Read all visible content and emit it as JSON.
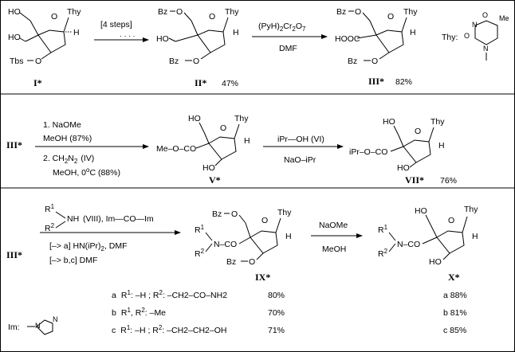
{
  "row1": {
    "cmpd1": {
      "thy": "Thy",
      "ho_top": "HO",
      "ho_mid": "HO",
      "tbs": "Tbs",
      "o": "O",
      "h": "H",
      "label": "I*"
    },
    "arrow1": {
      "reagent": "[4 steps]",
      "dots": "· · · ·"
    },
    "cmpd2": {
      "thy": "Thy",
      "bz_top": "Bz",
      "o_top": "O",
      "ho": "HO",
      "bz_bot": "Bz",
      "o_bot": "O",
      "h": "H",
      "label": "II*",
      "yield": "47%"
    },
    "arrow2": {
      "reagent_top": "(PyH)2Cr2O7",
      "reagent_top_a": "(PyH)",
      "reagent_top_b": "2",
      "reagent_top_c": "Cr",
      "reagent_top_d": "2",
      "reagent_top_e": "O",
      "reagent_top_f": "7",
      "reagent_bot": "DMF"
    },
    "cmpd3": {
      "thy": "Thy",
      "bz_top": "Bz",
      "o_top": "O",
      "hooc": "HOOC",
      "bz_bot": "Bz",
      "o_bot": "O",
      "h": "H",
      "label": "III*",
      "yield": "82%"
    },
    "thy_def": {
      "label": "Thy:",
      "me": "Me",
      "o1": "O",
      "o2": "O",
      "n": "N",
      "nh": "N"
    }
  },
  "row2": {
    "start": "III*",
    "steps": {
      "s1": "1. NaOMe",
      "s1b": "MeOH  (87%)",
      "s2a": "2. CH",
      "s2b": "2",
      "s2c": "N",
      "s2d": "2",
      "s2e": "(IV)",
      "s2f": "MeOH, 0",
      "s2g": "o",
      "s2h": "C (88%)"
    },
    "cmpd5": {
      "ho": "HO",
      "thy": "Thy",
      "meo": "Me–O–CO",
      "o": "O",
      "h": "H",
      "ho_bot": "HO",
      "label": "V*"
    },
    "arrow": {
      "top": "iPr—OH  (VI)",
      "bot": "NaO–iPr"
    },
    "cmpd7": {
      "ho": "HO",
      "thy": "Thy",
      "ipr": "iPr–O–CO",
      "o": "O",
      "h": "H",
      "ho_bot": "HO",
      "label": "VII*",
      "yield": "76%"
    }
  },
  "row3": {
    "start": "III*",
    "reagent": {
      "r1": "R",
      "r1s": "1",
      "nh": "NH",
      "r2": "R",
      "r2s": "2",
      "viii": "(VIII), Im—CO—Im",
      "line2": "[–> a]  HN(iPr)",
      "line2s": "2",
      "line2e": ", DMF",
      "line3": "[–> b,c]  DMF"
    },
    "cmpd9": {
      "bz_top": "Bz",
      "o_top": "O",
      "thy": "Thy",
      "r1": "R",
      "r1s": "1",
      "r2": "R",
      "r2s": "2",
      "nco": "N–CO",
      "o": "O",
      "h": "H",
      "bz_bot": "Bz",
      "o_bot": "O",
      "label": "IX*"
    },
    "arrow": {
      "top": "NaOMe",
      "bot": "MeOH"
    },
    "cmpd10": {
      "ho": "HO",
      "thy": "Thy",
      "r1": "R",
      "r1s": "1",
      "r2": "R",
      "r2s": "2",
      "nco": "N–CO",
      "o": "O",
      "h": "H",
      "ho_bot": "HO",
      "label": "X*"
    },
    "substituents": [
      {
        "key": "a",
        "text1": "R",
        "s1": "1",
        "text2": ": –H ;  R",
        "s2": "2",
        "text3": ":  –CH2–CO–NH2",
        "yield9": "80%",
        "yield10": "a  88%"
      },
      {
        "key": "b",
        "text1": "R",
        "s1": "1",
        "text2": ", R",
        "s2": "2",
        "text3": ":  –Me",
        "yield9": "70%",
        "yield10": "b  81%"
      },
      {
        "key": "c",
        "text1": "R",
        "s1": "1",
        "text2": ": –H ;  R",
        "s2": "2",
        "text3": ":  –CH2–CH2–OH",
        "yield9": "71%",
        "yield10": "c  85%"
      }
    ],
    "im": {
      "label": "Im:",
      "n1": "N",
      "n2": "N"
    }
  }
}
